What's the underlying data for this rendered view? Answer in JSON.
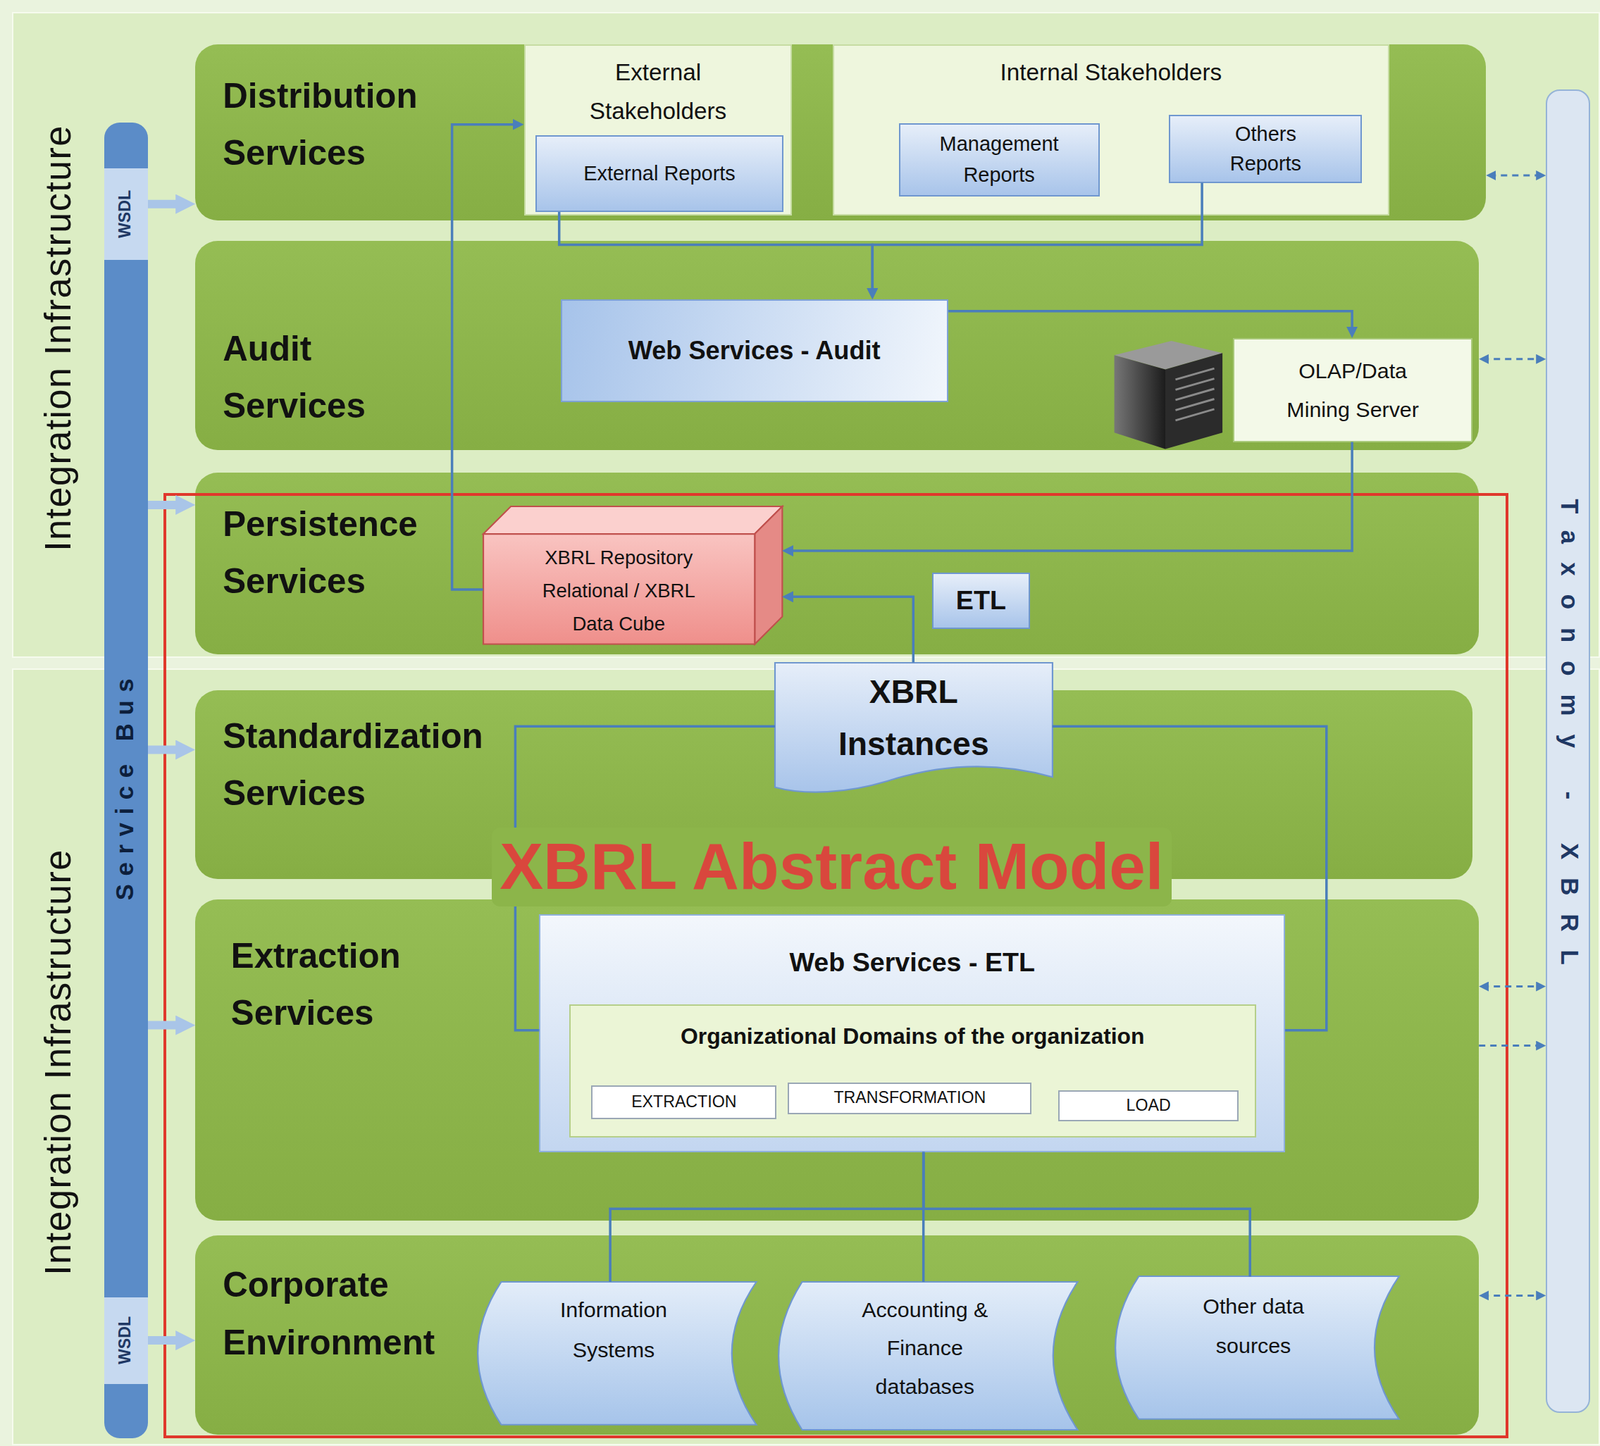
{
  "diagram": {
    "nodes": [
      {
        "text": [
          "Integration Infrastructure"
        ]
      },
      {
        "text": [
          "Distribution Services"
        ],
        "in": 0
      },
      {
        "text": [
          "External Stakeholders"
        ],
        "in": 1
      },
      {
        "text": [
          "External Reports"
        ],
        "in": 2
      },
      {
        "text": [
          "Internal Stakeholders"
        ],
        "in": 1
      },
      {
        "text": [
          "Management Reports"
        ],
        "in": 4
      },
      {
        "text": [
          "Others Reports"
        ],
        "in": 4
      },
      {
        "text": [
          "Audit Services"
        ],
        "in": 0
      },
      {
        "text": [
          "Web Services - Audit"
        ],
        "in": 7
      },
      {
        "text": [
          "OLAP/Data Mining Server"
        ],
        "in": 7
      },
      {
        "text": [
          "Persistence Services"
        ],
        "in": 0
      },
      {
        "text": [
          "XBRL Repository Relational / XBRL Data Cube"
        ],
        "in": 10
      },
      {
        "text": [
          "ETL"
        ],
        "in": 10
      },
      {
        "text": [
          "Integration Infrastructure"
        ]
      },
      {
        "text": [
          "Standardization Services"
        ],
        "in": 13
      },
      {
        "text": [
          "XBRL Instances"
        ],
        "in": 14
      },
      {
        "text": [
          "Extraction Services"
        ],
        "in": 13
      },
      {
        "text": [
          "Web Services - ETL"
        ],
        "in": 16
      },
      {
        "text": [
          "Organizational Domains of the organization"
        ],
        "in": 17
      },
      {
        "text": [
          "EXTRACTION"
        ],
        "in": 18
      },
      {
        "text": [
          "TRANSFORMATION"
        ],
        "in": 18
      },
      {
        "text": [
          "LOAD"
        ],
        "in": 18
      },
      {
        "text": [
          "Corporate Environment"
        ],
        "in": 13
      },
      {
        "text": [
          "Information Systems"
        ],
        "in": 22
      },
      {
        "text": [
          "Accounting & Finance databases"
        ],
        "in": 22
      },
      {
        "text": [
          "Other data sources"
        ],
        "in": 22
      },
      {
        "text": [
          "Service Bus"
        ]
      },
      {
        "text": [
          "WSDL"
        ],
        "in": 26
      },
      {
        "text": [
          "WSDL"
        ],
        "in": 26
      },
      {
        "text": [
          "Taxonomy - XBRL"
        ]
      },
      {
        "text": [
          "XBRL Abstract Model"
        ]
      }
    ],
    "edges": [
      {
        "from": 11,
        "to": 2,
        "arrow": "to"
      },
      {
        "from": 3,
        "to": 8,
        "arrow": "to"
      },
      {
        "from": 6,
        "to": 8,
        "arrow": "to"
      },
      {
        "from": 8,
        "to": 9,
        "arrow": "to"
      },
      {
        "from": 9,
        "to": 11,
        "arrow": "to"
      },
      {
        "from": 15,
        "to": 11,
        "arrow": "to"
      },
      {
        "from": 15,
        "to": 17,
        "arrow": "none"
      },
      {
        "from": 15,
        "to": 17,
        "arrow": "none"
      },
      {
        "from": 23,
        "to": 17,
        "arrow": "none"
      },
      {
        "from": 24,
        "to": 17,
        "arrow": "none"
      },
      {
        "from": 25,
        "to": 17,
        "arrow": "none"
      },
      {
        "from": 1,
        "to": 29,
        "arrow": "both"
      },
      {
        "from": 7,
        "to": 29,
        "arrow": "both"
      },
      {
        "from": 16,
        "to": 29,
        "arrow": "both"
      },
      {
        "from": 16,
        "to": 29,
        "arrow": "to"
      },
      {
        "from": 22,
        "to": 29,
        "arrow": "both"
      },
      {
        "from": 27,
        "to": 1,
        "arrow": "to"
      },
      {
        "from": 26,
        "to": 10,
        "arrow": "to"
      },
      {
        "from": 26,
        "to": 14,
        "arrow": "to"
      },
      {
        "from": 26,
        "to": 16,
        "arrow": "to"
      },
      {
        "from": 28,
        "to": 22,
        "arrow": "to"
      }
    ]
  }
}
